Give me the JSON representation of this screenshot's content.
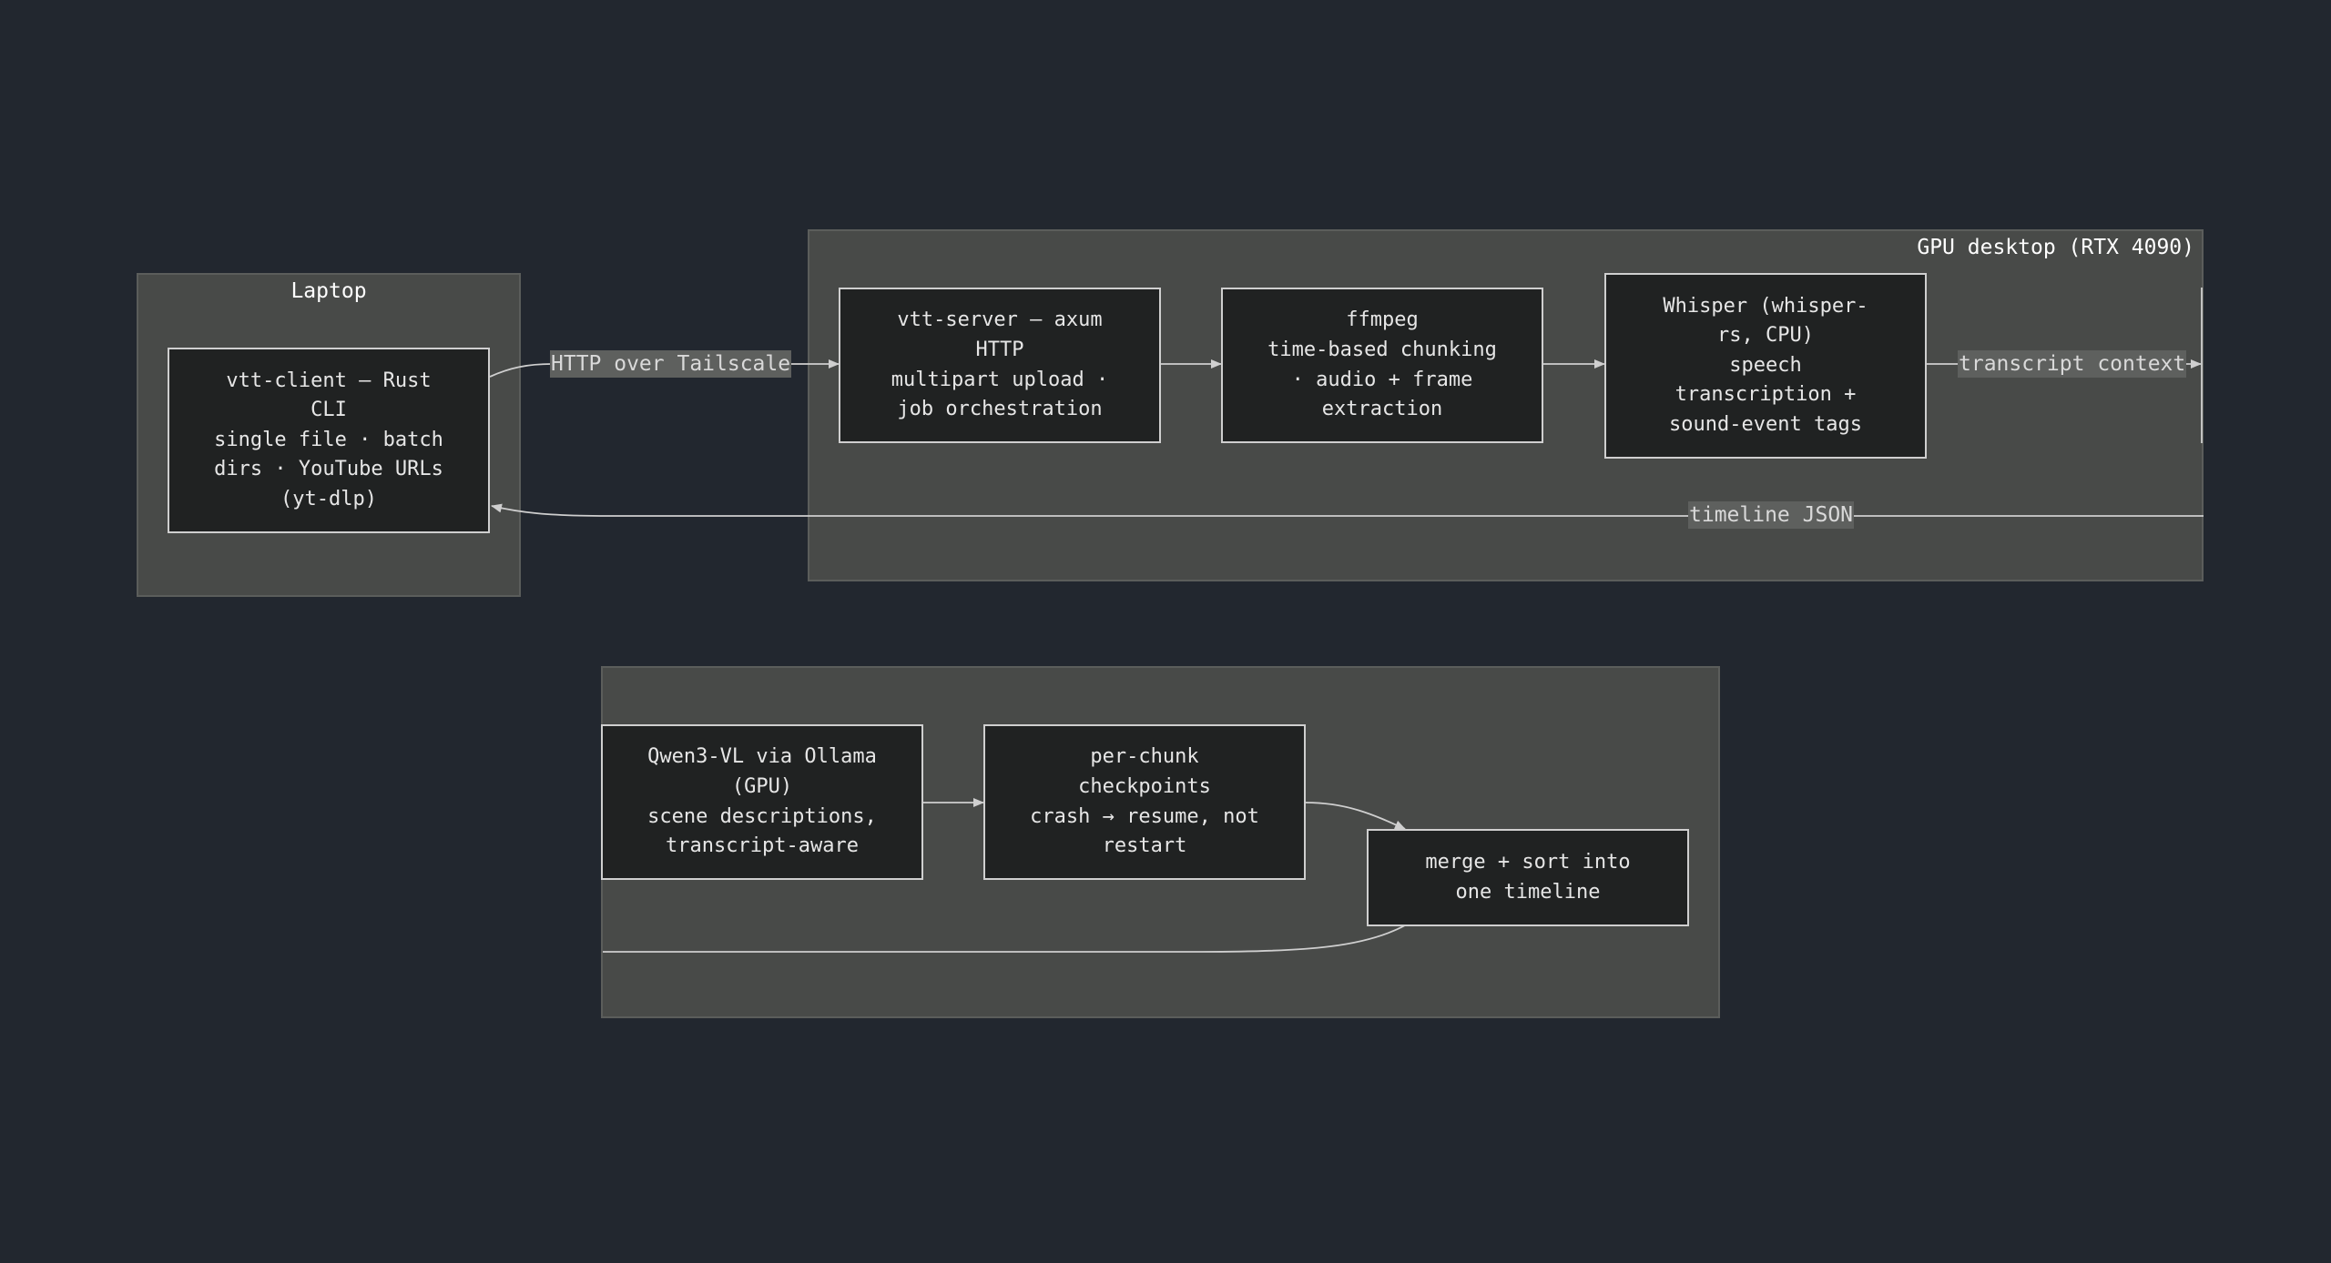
{
  "clusters": {
    "laptop": {
      "title": "Laptop"
    },
    "gpu_desktop": {
      "title": "GPU desktop (RTX 4090)"
    },
    "third": {
      "title": ""
    }
  },
  "nodes": {
    "vtt_client": "vtt-client — Rust\nCLI\nsingle file · batch\ndirs · YouTube URLs\n(yt-dlp)",
    "vtt_server": "vtt-server — axum\nHTTP\nmultipart upload ·\njob orchestration",
    "ffmpeg": "ffmpeg\ntime-based chunking\n· audio + frame\nextraction",
    "whisper": "Whisper (whisper-\nrs, CPU)\nspeech\ntranscription +\nsound-event tags",
    "qwen": "Qwen3-VL via Ollama\n(GPU)\nscene descriptions,\ntranscript-aware",
    "checkpoints": "per-chunk\ncheckpoints\ncrash → resume, not\nrestart",
    "merge": "merge + sort into\none timeline"
  },
  "edges": {
    "http_over_tailscale": "HTTP over Tailscale",
    "transcript_context": "transcript context",
    "timeline_json": "timeline JSON"
  },
  "colors": {
    "background": "#22272f",
    "cluster_fill": "#484a48",
    "node_fill": "#202222",
    "node_border": "#cfcfcf",
    "edge": "#cfcfcf",
    "label_bg": "#5e605e"
  }
}
